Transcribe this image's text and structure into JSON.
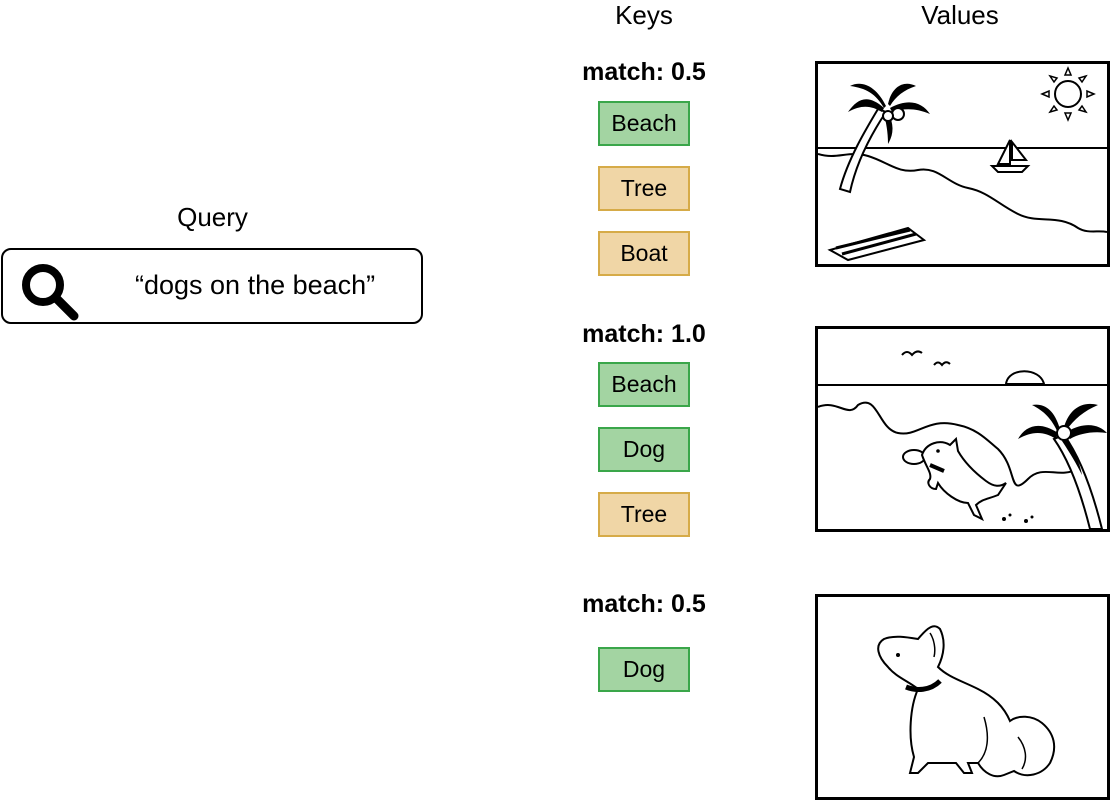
{
  "query": {
    "heading": "Query",
    "text": "“dogs on the beach”",
    "icon": "search-icon"
  },
  "keys": {
    "heading": "Keys",
    "groups": [
      {
        "match": "match: 0.5",
        "tags": [
          {
            "label": "Beach",
            "status": "matched"
          },
          {
            "label": "Tree",
            "status": "unmatched"
          },
          {
            "label": "Boat",
            "status": "unmatched"
          }
        ]
      },
      {
        "match": "match: 1.0",
        "tags": [
          {
            "label": "Beach",
            "status": "matched"
          },
          {
            "label": "Dog",
            "status": "matched"
          },
          {
            "label": "Tree",
            "status": "unmatched"
          }
        ]
      },
      {
        "match": "match: 0.5",
        "tags": [
          {
            "label": "Dog",
            "status": "matched"
          }
        ]
      }
    ]
  },
  "values": {
    "heading": "Values",
    "images": [
      "beach-scene-palm-boat-towel",
      "beach-scene-dog-frisbee-palm",
      "sitting-dog"
    ]
  },
  "colors": {
    "matched_fill": "#a3d4a2",
    "matched_border": "#3aa64a",
    "unmatched_fill": "#f0d6a6",
    "unmatched_border": "#d6ab48"
  }
}
